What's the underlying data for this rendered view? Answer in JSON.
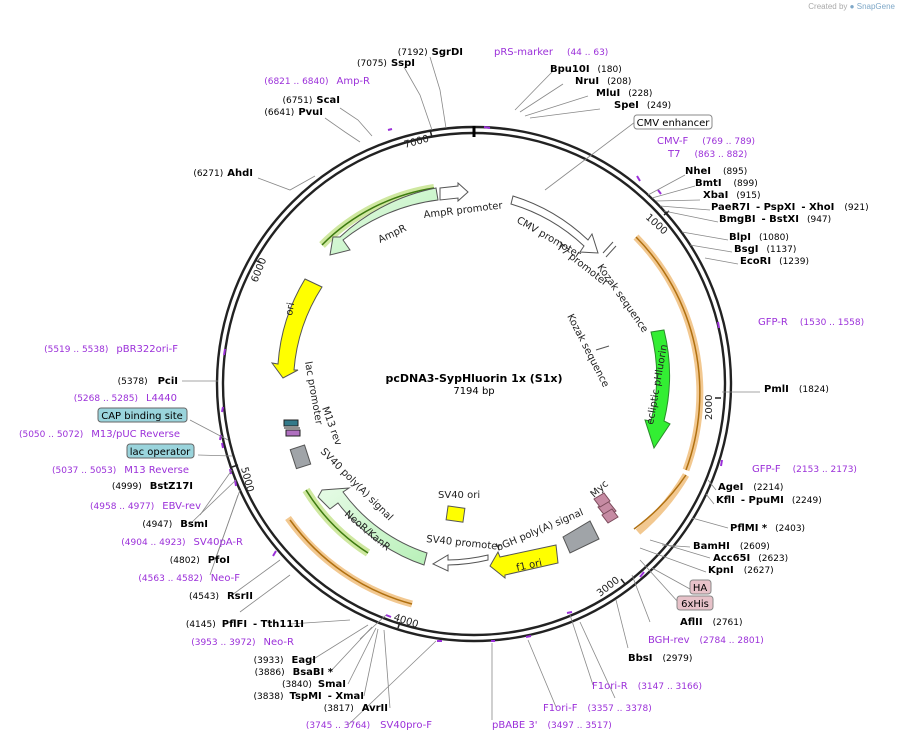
{
  "credit": {
    "prefix": "Created by",
    "brand": "SnapGene"
  },
  "map": {
    "name": "pcDNA3-SypHluorin 1x (S1x)",
    "size_label": "7194 bp"
  },
  "ticks": [
    "1000",
    "2000",
    "3000",
    "4000",
    "5000",
    "6000",
    "7000"
  ],
  "colors": {
    "accent_purple": "#9b30d9",
    "resistance_green": "#ccf5cc",
    "ori_yellow": "#ffff00",
    "phluorin_green": "#33ee33",
    "orange_highlight": "#f2c890"
  },
  "features": {
    "cmv_promoter": "CMV promoter",
    "t7_promoter": "T7 promoter",
    "kozak1": "Kozak sequence",
    "kozak2": "Kozak sequence",
    "phluorin": "ecliptic pHluorin",
    "myc": "Myc",
    "bgh": "bGH poly(A) signal",
    "f1ori": "f1 ori",
    "sv40_promoter": "SV40 promoter",
    "sv40_ori": "SV40 ori",
    "neor": "NeoR/KanR",
    "sv40_pa": "SV40 poly(A) signal",
    "m13rev": "M13 rev",
    "lac_promoter": "lac promoter",
    "ori": "ori",
    "ampr": "AmpR",
    "ampr_promoter": "AmpR promoter"
  },
  "boxed": {
    "cmv_enhancer": "CMV enhancer",
    "ha": "HA",
    "his": "6xHis",
    "cap": "CAP binding site",
    "lac_op": "lac operator"
  },
  "labels": [
    {
      "n": "SgrDI",
      "p": "(7192)"
    },
    {
      "n": "SspI",
      "p": "(7075)"
    },
    {
      "n": "ScaI",
      "p": "(6751)"
    },
    {
      "n": "PvuI",
      "p": "(6641)"
    },
    {
      "n": "AhdI",
      "p": "(6271)"
    },
    {
      "n": "Bpu10I",
      "p": "(180)"
    },
    {
      "n": "NruI",
      "p": "(208)"
    },
    {
      "n": "MluI",
      "p": "(228)"
    },
    {
      "n": "SpeI",
      "p": "(249)"
    },
    {
      "n": "NheI",
      "p": "(895)"
    },
    {
      "n": "BmtI",
      "p": "(899)"
    },
    {
      "n": "XbaI",
      "p": "(915)"
    },
    {
      "n": "PaeR7I",
      "p": ""
    },
    {
      "n": "- PspXI",
      "p": ""
    },
    {
      "n": "- XhoI",
      "p": "(921)"
    },
    {
      "n": "BmgBI",
      "p": ""
    },
    {
      "n": "- BstXI",
      "p": "(947)"
    },
    {
      "n": "BlpI",
      "p": "(1080)"
    },
    {
      "n": "BsgI",
      "p": "(1137)"
    },
    {
      "n": "EcoRI",
      "p": "(1239)"
    },
    {
      "n": "PmlI",
      "p": "(1824)"
    },
    {
      "n": "AgeI",
      "p": "(2214)"
    },
    {
      "n": "KflI",
      "p": ""
    },
    {
      "n": "- PpuMI",
      "p": "(2249)"
    },
    {
      "n": "PflMI *",
      "p": "(2403)"
    },
    {
      "n": "BamHI",
      "p": "(2609)"
    },
    {
      "n": "Acc65I",
      "p": "(2623)"
    },
    {
      "n": "KpnI",
      "p": "(2627)"
    },
    {
      "n": "AflII",
      "p": "(2761)"
    },
    {
      "n": "BbsI",
      "p": "(2979)"
    },
    {
      "n": "PciI",
      "p": "(5378)"
    },
    {
      "n": "BstZ17I",
      "p": "(4999)"
    },
    {
      "n": "BsmI",
      "p": "(4947)"
    },
    {
      "n": "PfoI",
      "p": "(4802)"
    },
    {
      "n": "RsrII",
      "p": "(4543)"
    },
    {
      "n": "PflFI",
      "p": "(4145)"
    },
    {
      "n": "- Tth111I",
      "p": ""
    },
    {
      "n": "EagI",
      "p": "(3933)"
    },
    {
      "n": "BsaBI *",
      "p": "(3886)"
    },
    {
      "n": "SmaI",
      "p": "(3840)"
    },
    {
      "n": "TspMI",
      "p": "(3838)"
    },
    {
      "n": "- XmaI",
      "p": ""
    },
    {
      "n": "AvrII",
      "p": "(3817)"
    }
  ],
  "primers": [
    {
      "n": "pRS-marker",
      "r": "(44 .. 63)"
    },
    {
      "n": "Amp-R",
      "r": "(6821 .. 6840)"
    },
    {
      "n": "CMV-F",
      "r": "(769 .. 789)"
    },
    {
      "n": "T7",
      "r": "(863 .. 882)"
    },
    {
      "n": "GFP-R",
      "r": "(1530 .. 1558)"
    },
    {
      "n": "GFP-F",
      "r": "(2153 .. 2173)"
    },
    {
      "n": "BGH-rev",
      "r": "(2784 .. 2801)"
    },
    {
      "n": "F1ori-R",
      "r": "(3147 .. 3166)"
    },
    {
      "n": "F1ori-F",
      "r": "(3357 .. 3378)"
    },
    {
      "n": "pBABE 3'",
      "r": "(3497 .. 3517)"
    },
    {
      "n": "SV40pro-F",
      "r": "(3745 .. 3764)"
    },
    {
      "n": "Neo-R",
      "r": "(3953 .. 3972)"
    },
    {
      "n": "Neo-F",
      "r": "(4563 .. 4582)"
    },
    {
      "n": "SV40pA-R",
      "r": "(4904 .. 4923)"
    },
    {
      "n": "EBV-rev",
      "r": "(4958 .. 4977)"
    },
    {
      "n": "M13 Reverse",
      "r": "(5037 .. 5053)"
    },
    {
      "n": "M13/pUC Reverse",
      "r": "(5050 .. 5072)"
    },
    {
      "n": "L4440",
      "r": "(5268 .. 5285)"
    },
    {
      "n": "pBR322ori-F",
      "r": "(5519 .. 5538)"
    }
  ]
}
